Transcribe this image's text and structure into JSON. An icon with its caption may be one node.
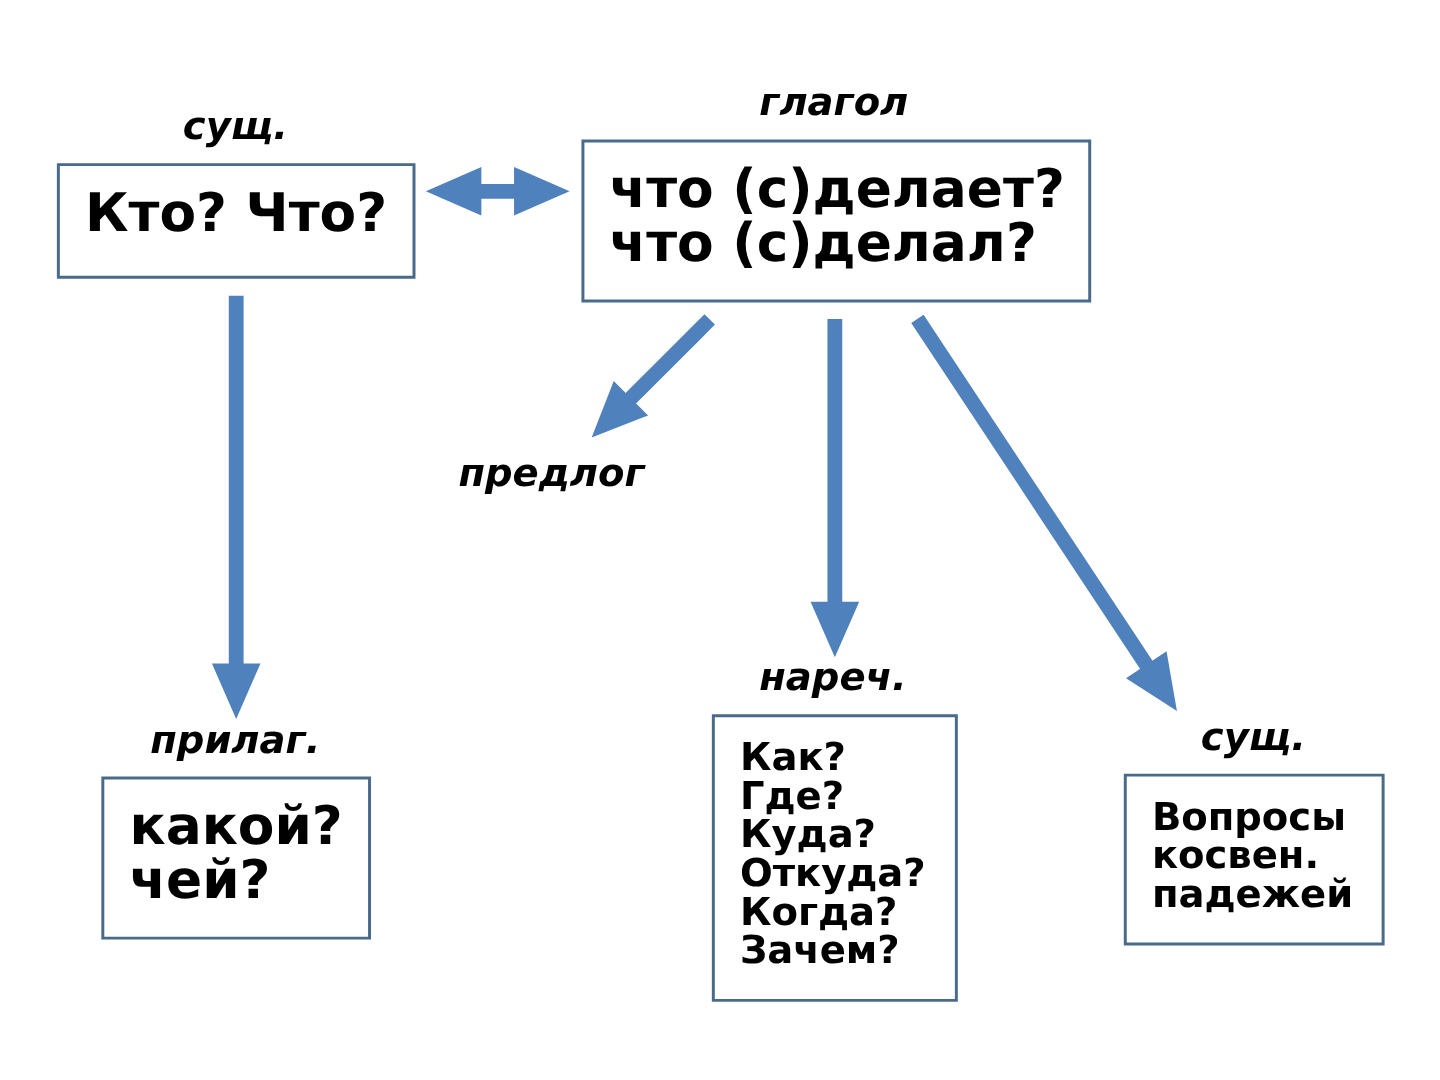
{
  "diagram": {
    "nodes": [
      {
        "text": [
          "сущ.",
          "Кто? Что?"
        ]
      },
      {
        "text": [
          "глагол",
          "что (с)делает? что (с)делал?"
        ]
      },
      {
        "text": [
          "прилаг.",
          "какой? чей?"
        ]
      },
      {
        "text": [
          "предлог"
        ]
      },
      {
        "text": [
          "нареч.",
          "Как? Где? Куда? Откуда? Когда? Зачем?"
        ]
      },
      {
        "text": [
          "сущ.",
          "Вопросы косвен. падежей"
        ]
      }
    ],
    "edges": [
      {
        "from": 0,
        "to": 2,
        "arrow": "to"
      },
      {
        "from": 0,
        "to": 1,
        "arrow": "both"
      },
      {
        "from": 1,
        "to": 4,
        "arrow": "to"
      },
      {
        "from": 1,
        "to": 3,
        "arrow": "to"
      },
      {
        "from": 1,
        "to": 5,
        "arrow": "to"
      }
    ]
  }
}
